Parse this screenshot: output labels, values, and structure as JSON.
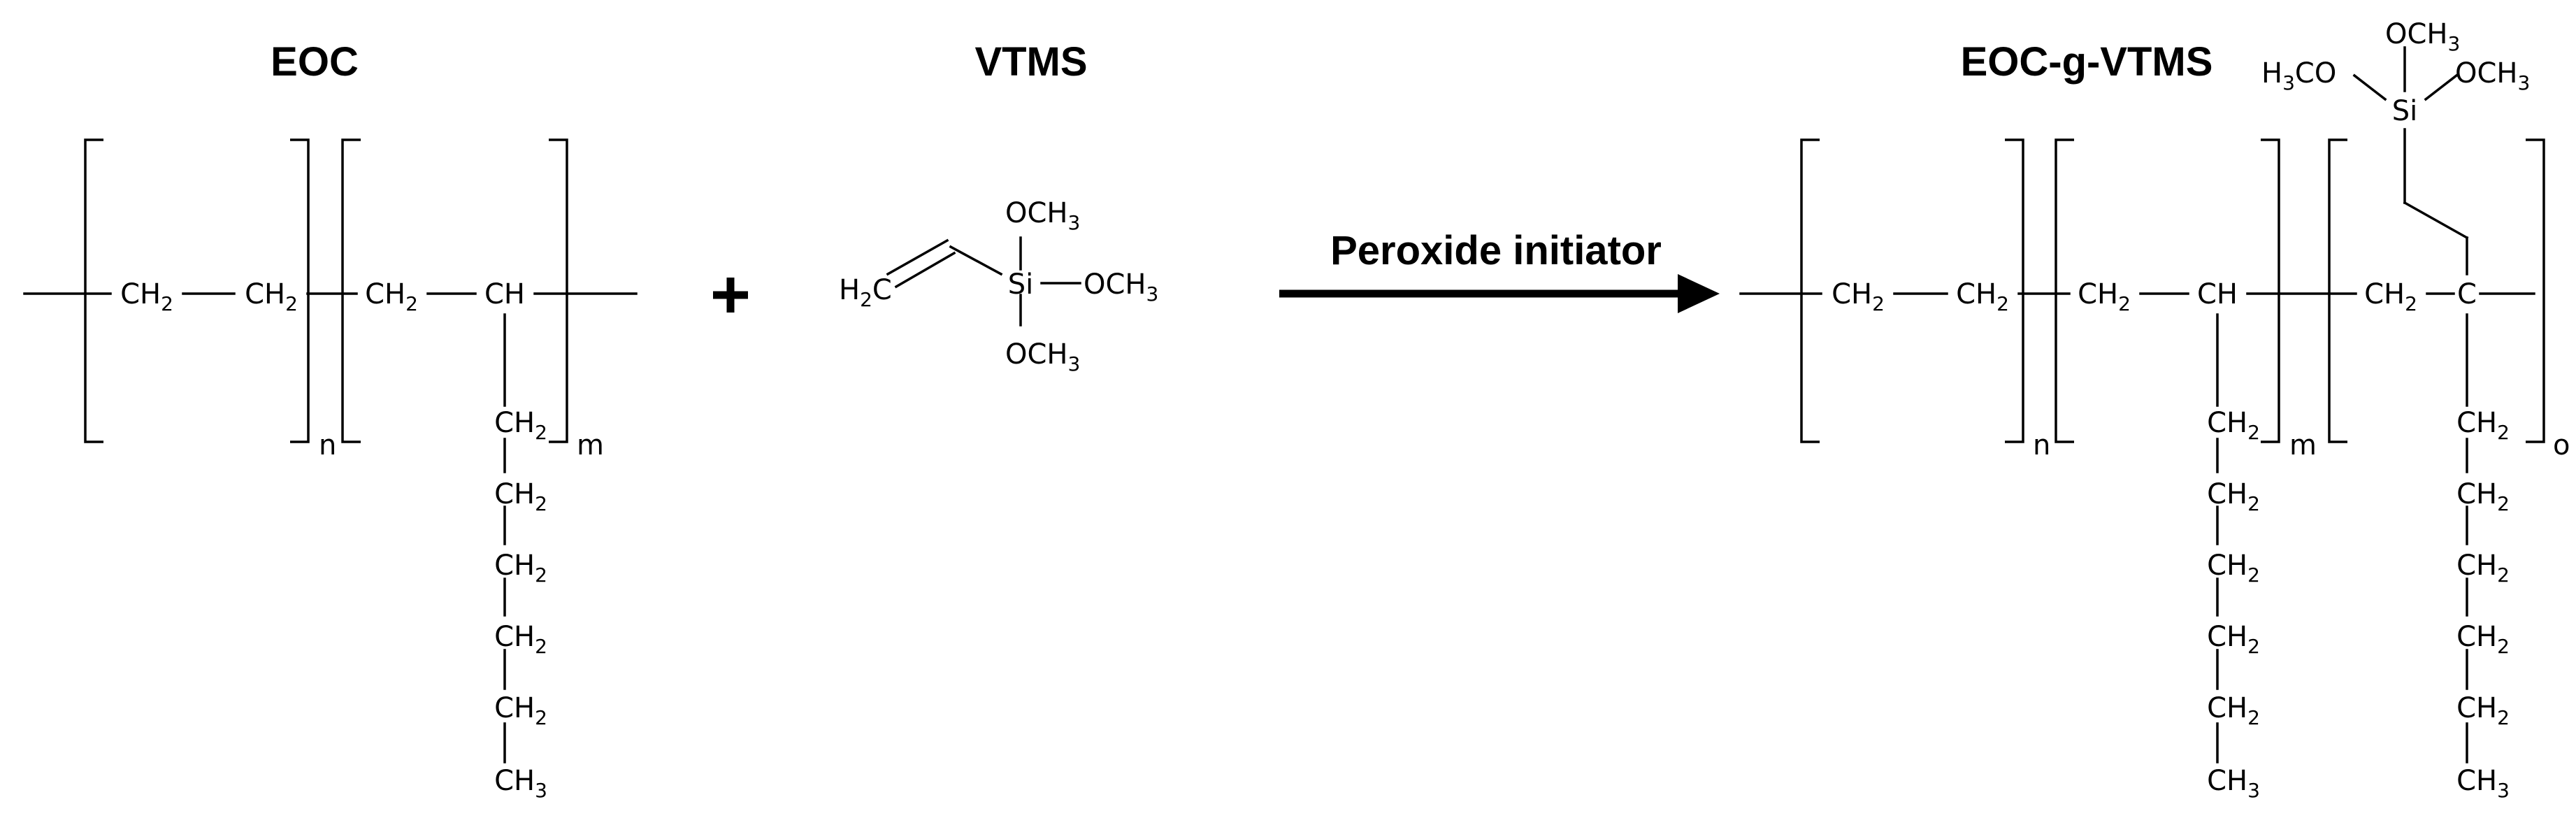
{
  "titles": {
    "eoc": "EOC",
    "vtms": "VTMS",
    "product": "EOC-g-VTMS"
  },
  "arrow": {
    "label": "Peroxide initiator"
  },
  "atoms": {
    "ch2": "CH",
    "ch3": "CH",
    "ch": "CH",
    "c": "C",
    "si": "Si",
    "och3": "OCH",
    "h3co_h": "H",
    "h3co_co": "CO",
    "h2c_h": "H",
    "h2c_c": "C",
    "sub2": "2",
    "sub3": "3"
  },
  "repeat_indices": {
    "n": "n",
    "m": "m",
    "o": "o"
  }
}
